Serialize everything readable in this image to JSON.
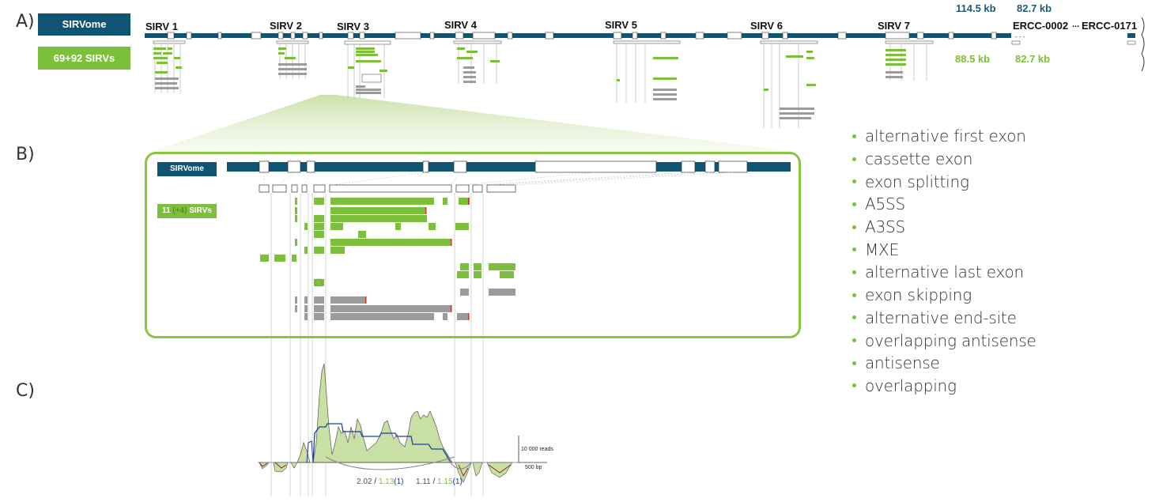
{
  "panels": {
    "a": "A)",
    "b": "B)",
    "c": "C)"
  },
  "panel_a": {
    "badge_sirvome": "SIRVome",
    "badge_sirvs": "69+92 SIRVs",
    "genes": [
      "SIRV 1",
      "SIRV 2",
      "SIRV 3",
      "SIRV 4",
      "SIRV 5",
      "SIRV 6",
      "SIRV 7"
    ],
    "ercc_left": "ERCC-0002",
    "ercc_dots": "...",
    "ercc_right": "ERCC-0171",
    "kb_top_1": "114.5 kb",
    "kb_top_2": "82.7 kb",
    "kb_bottom_1": "88.5 kb",
    "kb_bottom_2": "82.7 kb"
  },
  "panel_b": {
    "badge_sirvome": "SIRVome",
    "badge_sirvs_main": "11",
    "badge_sirvs_extra": "(+4)",
    "badge_sirvs_suffix": "SIRVs"
  },
  "panel_c": {
    "scale_reads": "10 000 reads",
    "scale_bp": "500 bp",
    "ratio_1_a": "2.02",
    "ratio_1_sep": "/",
    "ratio_1_b": "1.13",
    "ratio_1_c": "(1)",
    "ratio_2_a": "1.11",
    "ratio_2_sep": "/",
    "ratio_2_b": "1.15",
    "ratio_2_c": "(1)"
  },
  "legend": [
    "alternative first exon",
    "cassette exon",
    "exon splitting",
    "A5SS",
    "A3SS",
    "MXE",
    "alternative last exon",
    "exon skipping",
    "alternative end-site",
    "overlapping antisense",
    "antisense",
    "overlapping"
  ],
  "colors": {
    "blue": "#0f5573",
    "green": "#7cbf3a",
    "light_green": "#c9e0a4",
    "gray": "#9b9b9b",
    "red_tick": "#c0392b",
    "coverage_blue": "#1f3f9a"
  }
}
